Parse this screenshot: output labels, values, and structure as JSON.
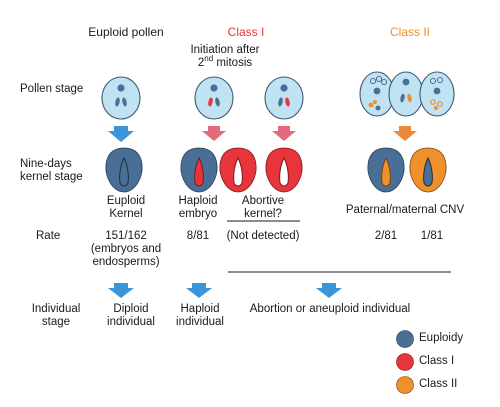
{
  "headers": {
    "euploid_pollen": "Euploid pollen",
    "class1": "Class I",
    "class2": "Class II",
    "class1_note_line1": "Initiation after",
    "class1_note_line2_num": "2",
    "class1_note_line2_sup": "nd",
    "class1_note_line2_rest": " mitosis"
  },
  "row_labels": {
    "pollen_stage": "Pollen stage",
    "kernel_stage_line1": "Nine-days",
    "kernel_stage_line2": "kernel stage",
    "rate": "Rate",
    "individual_line1": "Individual",
    "individual_line2": "stage"
  },
  "kernel_labels": {
    "euploid_line1": "Euploid",
    "euploid_line2": "Kernel",
    "haploid_line1": "Haploid",
    "haploid_line2": "embryo",
    "abortive_line1": "Abortive",
    "abortive_line2": "kernel?",
    "cnv": "Paternal/maternal CNV"
  },
  "rates": {
    "euploid_line1": "151/162",
    "euploid_line2": "(embryos and",
    "euploid_line3": "endosperms)",
    "haploid": "8/81",
    "abortive": "(Not detected)",
    "cnv_paternal": "2/81",
    "cnv_maternal": "1/81"
  },
  "individuals": {
    "diploid_line1": "Diploid",
    "diploid_line2": "individual",
    "haploid_line1": "Haploid",
    "haploid_line2": "individual",
    "abortion": "Abortion or aneuploid individual"
  },
  "legend": [
    {
      "label": "Euploidy",
      "color": "#4a6f96"
    },
    {
      "label": "Class I",
      "color": "#e8353b"
    },
    {
      "label": "Class II",
      "color": "#f0902a"
    }
  ],
  "colors": {
    "euploid": "#4a6f96",
    "class1": "#e8353b",
    "class2": "#f0902a",
    "pollen_fill": "#bfe3f2",
    "arrow_blue": "#3b95d8",
    "arrow_pink": "#e26a7a",
    "arrow_orange": "#ea8a3a"
  }
}
